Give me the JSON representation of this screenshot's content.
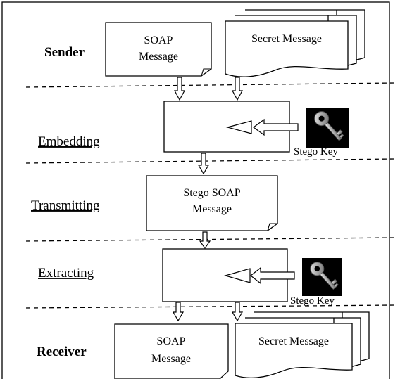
{
  "stages": {
    "sender": "Sender",
    "embedding": "Embedding",
    "transmitting": "Transmitting",
    "extracting": "Extracting",
    "receiver": "Receiver"
  },
  "sender_soap": [
    "SOAP",
    "Message"
  ],
  "sender_secret": "Secret Message",
  "stego_soap": [
    "Stego SOAP",
    "Message"
  ],
  "receiver_soap": [
    "SOAP",
    "Message"
  ],
  "receiver_secret": "Secret Message",
  "stego_key_embed": "Stego Key",
  "stego_key_extract": "Stego Key",
  "icons": {
    "key": "key-icon"
  }
}
